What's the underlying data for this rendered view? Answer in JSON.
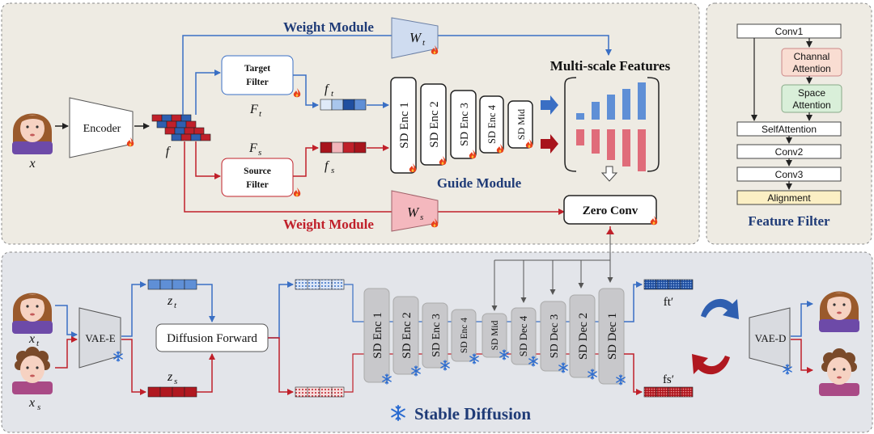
{
  "labels": {
    "encoder": "Encoder",
    "x": "x",
    "f": "f",
    "weight_module": "Weight Module",
    "wt": "W",
    "wt_sub": "t",
    "ws": "W",
    "ws_sub": "s",
    "target_filter_line1": "Target",
    "target_filter_line2": "Filter",
    "source_filter_line1": "Source",
    "source_filter_line2": "Filter",
    "Ft": "F",
    "Ft_sub": "t",
    "Fs": "F",
    "Fs_sub": "s",
    "ft": "f",
    "ft_sub": "t",
    "fs": "f",
    "fs_sub": "s",
    "multi_scale": "Multi-scale Features",
    "guide_module": "Guide Module",
    "zero_conv": "Zero Conv",
    "enc_top": [
      "SD Enc 1",
      "SD Enc 2",
      "SD Enc 3",
      "SD Enc 4",
      "SD Mid"
    ],
    "feature_filter_title": "Feature Filter",
    "ff_blocks": [
      "Conv1",
      "Channal",
      "Attention",
      "Space",
      "Attention",
      "SelfAttention",
      "Conv2",
      "Conv3",
      "Alignment"
    ],
    "xt": "x",
    "xt_sub": "t",
    "xs": "x",
    "xs_sub": "s",
    "vae_e": "VAE-E",
    "vae_d": "VAE-D",
    "zt": "z",
    "zt_sub": "t",
    "zs": "z",
    "zs_sub": "s",
    "diffusion_forward": "Diffusion Forward",
    "unet_blocks": [
      "SD Enc 1",
      "SD Enc 2",
      "SD Enc 3",
      "SD Enc 4",
      "SD Mid",
      "SD Dec 4",
      "SD Dec 3",
      "SD Dec 2",
      "SD Dec 1"
    ],
    "ft_prime": "ft′",
    "fs_prime": "fs′",
    "stable_diffusion": "Stable Diffusion"
  },
  "icons": {
    "fire": "fire-icon",
    "snowflake": "snowflake-icon"
  },
  "colors": {
    "blue": "#3a6fc4",
    "red": "#c0202a",
    "navy": "#1f3b77",
    "panel_top": "#eeebe3",
    "panel_bottom": "#e3e5ea"
  }
}
